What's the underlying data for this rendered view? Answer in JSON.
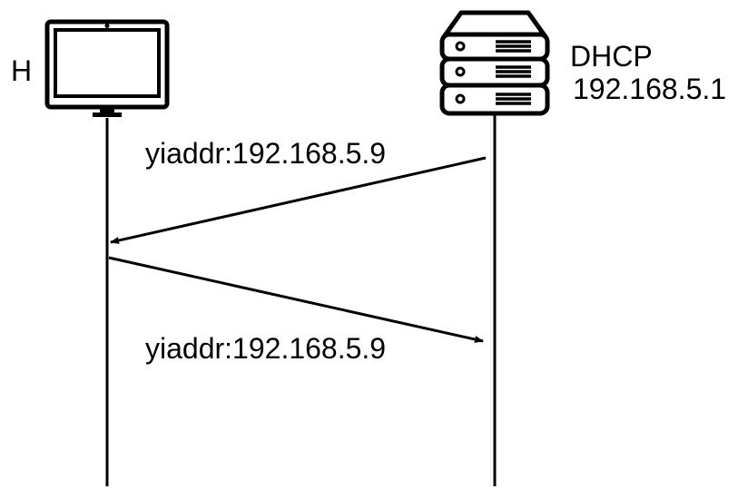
{
  "host": {
    "label": "H",
    "icon": "monitor-icon"
  },
  "server": {
    "name": "DHCP",
    "ip": "192.168.5.1",
    "icon": "server-icon"
  },
  "messages": [
    {
      "label": "yiaddr:192.168.5.9",
      "from": "server",
      "to": "host"
    },
    {
      "label": "yiaddr:192.168.5.9",
      "from": "host",
      "to": "server"
    }
  ],
  "colors": {
    "stroke": "#000000",
    "background": "#ffffff"
  }
}
